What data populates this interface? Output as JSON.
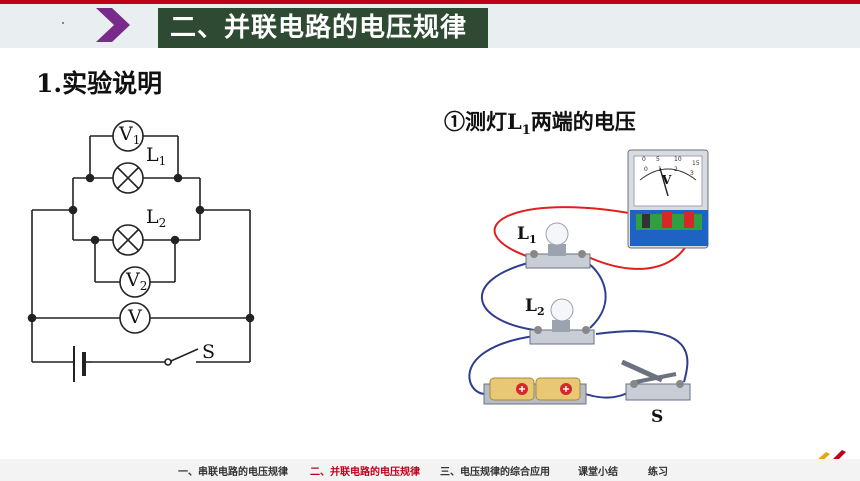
{
  "slide": {
    "title": "二、并联电路的电压规律",
    "section_heading": "1.实验说明",
    "sub_heading_prefix": "①测灯L",
    "sub_heading_sub": "1",
    "sub_heading_suffix": "两端的电压"
  },
  "circuit_labels": {
    "v1": "V",
    "v1_sub": "1",
    "l1": "L",
    "l1_sub": "1",
    "l2": "L",
    "l2_sub": "2",
    "v2": "V",
    "v2_sub": "2",
    "v": "V",
    "s": "S"
  },
  "apparatus_labels": {
    "l1": "L",
    "l1_sub": "1",
    "l2": "L",
    "l2_sub": "2",
    "s": "S",
    "voltmeter_unit": "V",
    "scale_top": [
      "0",
      "5",
      "10",
      "15"
    ],
    "scale_bottom": [
      "0",
      "1",
      "2",
      "3"
    ]
  },
  "footer_nav": [
    {
      "label": "一、串联电路的电压规律",
      "active": false
    },
    {
      "label": "二、并联电路的电压规律",
      "active": true
    },
    {
      "label": "三、电压规律的综合应用",
      "active": false
    },
    {
      "label": "课堂小结",
      "active": false
    },
    {
      "label": "练习",
      "active": false
    }
  ],
  "colors": {
    "accent_red": "#c0001b",
    "title_bg": "#2e4a32",
    "wire_blue": "#2f3d8f",
    "wire_red": "#e02020",
    "chevron": "#7a2a8a"
  }
}
